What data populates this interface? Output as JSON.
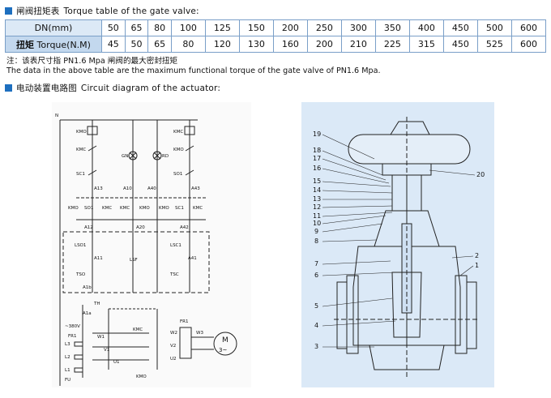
{
  "torque_section": {
    "title_cn": "闸阀扭矩表",
    "title_en": "Torque table of the gate valve:"
  },
  "torque_table": {
    "dn_label": "DN(mm)",
    "torque_label_cn": "扭矩",
    "torque_label_en": "Torque(N.M)",
    "dn": [
      "50",
      "65",
      "80",
      "100",
      "125",
      "150",
      "200",
      "250",
      "300",
      "350",
      "400",
      "450",
      "500",
      "600"
    ],
    "torque": [
      "45",
      "50",
      "65",
      "80",
      "120",
      "130",
      "160",
      "200",
      "210",
      "225",
      "315",
      "450",
      "525",
      "600"
    ]
  },
  "note": {
    "cn": "注：该表尺寸指 PN1.6 Mpa 闸阀的最大密封扭矩",
    "en": "The data in the above table are the maximum functional torque of the gate valve of PN1.6 Mpa."
  },
  "circuit_section": {
    "title_cn": "电动装置电路图",
    "title_en": "Circuit diagram of the actuator:"
  },
  "circuit_labels": {
    "n": "N",
    "kmo": "KMO",
    "kmc": "KMC",
    "sc1": "SC1",
    "so1": "SO1",
    "gn": "GN",
    "rd": "RD",
    "a13": "A13",
    "a10": "A10",
    "a40": "A40",
    "a43": "A43",
    "a12": "A12",
    "a20": "A20",
    "a42": "A42",
    "lso1": "LSO1",
    "a11": "A11",
    "lsf": "LSF",
    "lsc1": "LSC1",
    "a41": "A41",
    "tso": "TSO",
    "tsc": "TSC",
    "a1b": "A1b",
    "a1a": "A1a",
    "th": "TH",
    "v380": "~380V",
    "fr1": "FR1",
    "w1": "W1",
    "v1": "V1",
    "u1": "U1",
    "l3": "L3",
    "l2": "L2",
    "l1": "L1",
    "fu": "FU",
    "w2": "W2",
    "v2": "V2",
    "u2": "U2",
    "w3": "W3",
    "motor_m": "M",
    "motor_3": "3~"
  },
  "valve_callouts": [
    "19",
    "18",
    "17",
    "16",
    "15",
    "14",
    "13",
    "12",
    "11",
    "10",
    "9",
    "8",
    "7",
    "6",
    "5",
    "4",
    "3",
    "2",
    "1",
    "20"
  ]
}
